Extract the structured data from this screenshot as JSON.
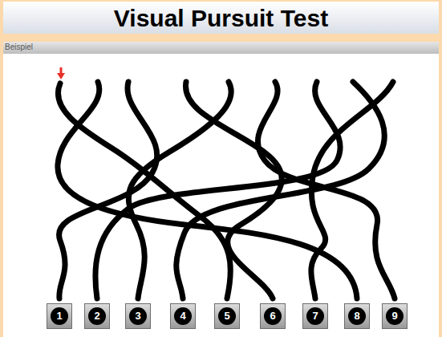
{
  "diagram": {
    "title": "Visual Pursuit Test",
    "nodes": [
      {
        "text": [
          "1"
        ]
      },
      {
        "text": [
          "2"
        ]
      },
      {
        "text": [
          "3"
        ]
      },
      {
        "text": [
          "4"
        ]
      },
      {
        "text": [
          "5"
        ]
      },
      {
        "text": [
          "6"
        ]
      },
      {
        "text": [
          "7"
        ]
      },
      {
        "text": [
          "8"
        ]
      },
      {
        "text": [
          "9"
        ]
      }
    ],
    "labels": [
      "Beispiel"
    ]
  }
}
